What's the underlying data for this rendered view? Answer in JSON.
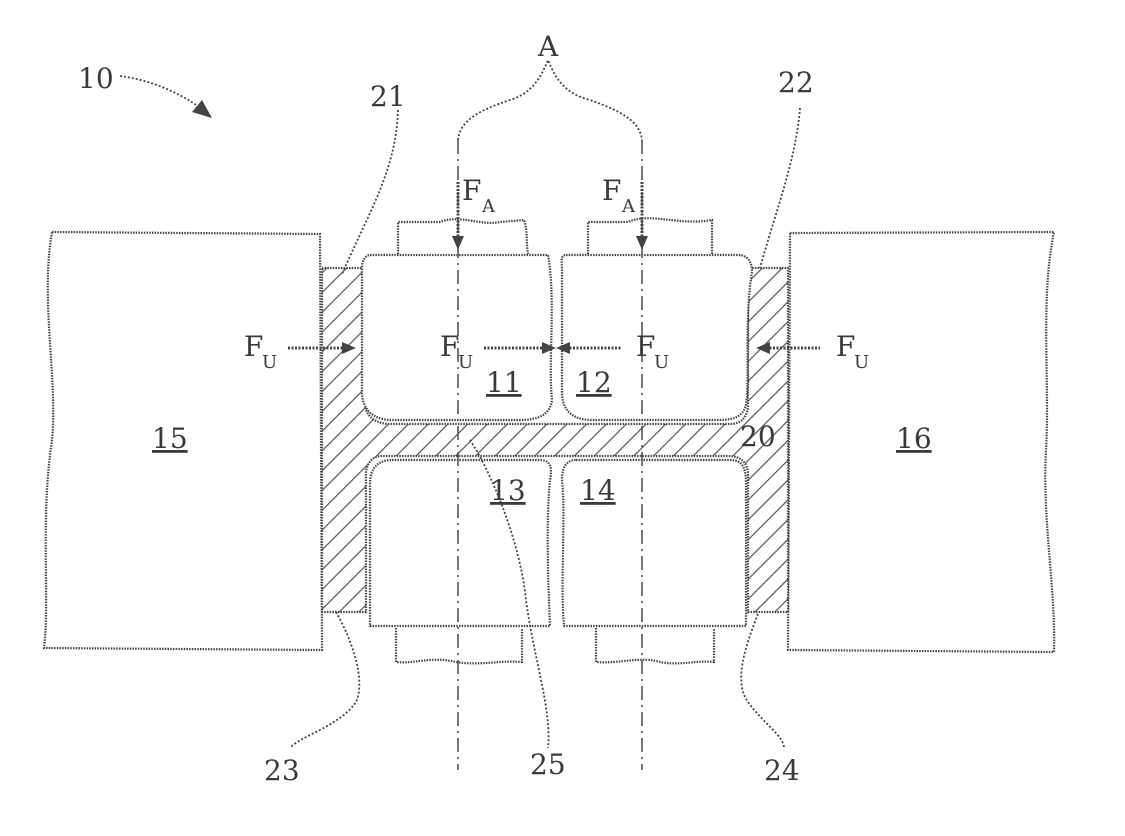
{
  "figure": {
    "labels": {
      "assembly": "10",
      "spacing": "A",
      "part_left_block": "15",
      "part_right_block": "16",
      "part_11": "11",
      "part_12": "12",
      "part_13": "13",
      "part_14": "14",
      "part_20": "20",
      "part_21": "21",
      "part_22": "22",
      "part_23": "23",
      "part_24": "24",
      "part_25": "25"
    },
    "forces": {
      "axial_symbol": "F",
      "axial_sub": "A",
      "radial_symbol": "F",
      "radial_sub": "U"
    }
  }
}
